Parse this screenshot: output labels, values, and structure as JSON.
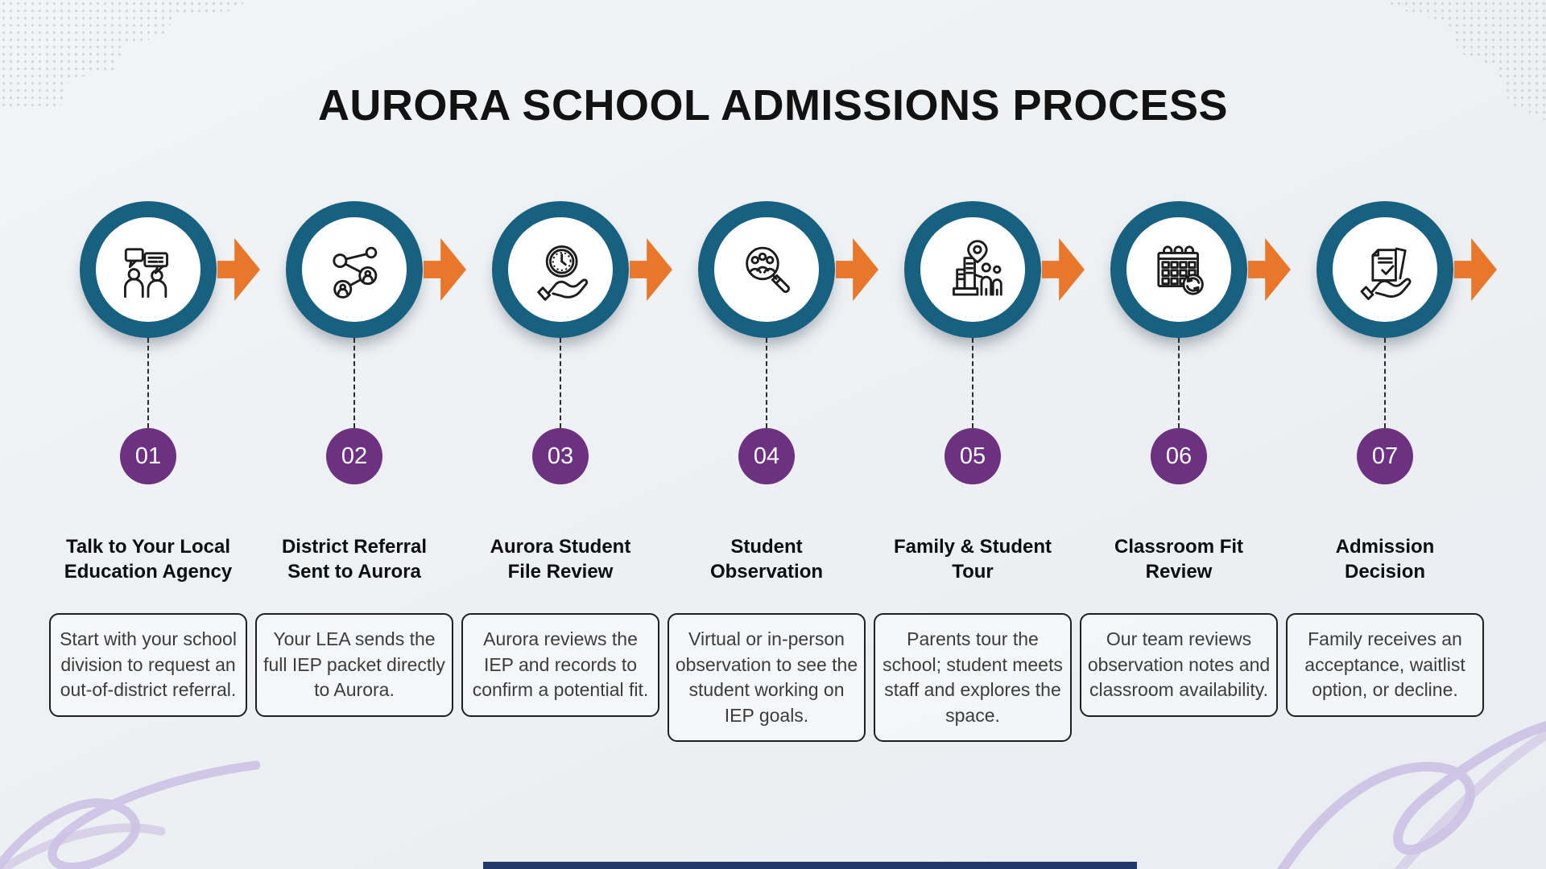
{
  "title": "AURORA SCHOOL ADMISSIONS PROCESS",
  "colors": {
    "ring_teal": "#176080",
    "arrow_orange": "#E8772B",
    "badge_purple": "#6C3180",
    "accent_bar_navy": "#20386B",
    "scribble_purple": "#CCC1E3"
  },
  "steps": [
    {
      "number": "01",
      "icon": "conversation-icon",
      "title_line1": "Talk to Your Local",
      "title_line2": "Education Agency",
      "description": "Start with your school division to request an out-of-district referral."
    },
    {
      "number": "02",
      "icon": "referral-network-icon",
      "title_line1": "District Referral",
      "title_line2": "Sent to Aurora",
      "description": "Your LEA sends the full IEP packet directly to Aurora."
    },
    {
      "number": "03",
      "icon": "file-review-clock-icon",
      "title_line1": "Aurora Student",
      "title_line2": "File Review",
      "description": "Aurora reviews the IEP and records to confirm a potential fit."
    },
    {
      "number": "04",
      "icon": "observation-magnifier-icon",
      "title_line1": "Student",
      "title_line2": "Observation",
      "description": "Virtual or in-person observation to see the student working on IEP goals."
    },
    {
      "number": "05",
      "icon": "campus-tour-icon",
      "title_line1": "Family & Student",
      "title_line2": "Tour",
      "description": "Parents tour the school; student meets staff and explores the space."
    },
    {
      "number": "06",
      "icon": "calendar-review-icon",
      "title_line1": "Classroom Fit",
      "title_line2": "Review",
      "description": "Our team reviews observation notes and classroom availability."
    },
    {
      "number": "07",
      "icon": "decision-document-icon",
      "title_line1": "Admission",
      "title_line2": "Decision",
      "description": "Family receives an acceptance, waitlist option, or decline."
    }
  ]
}
